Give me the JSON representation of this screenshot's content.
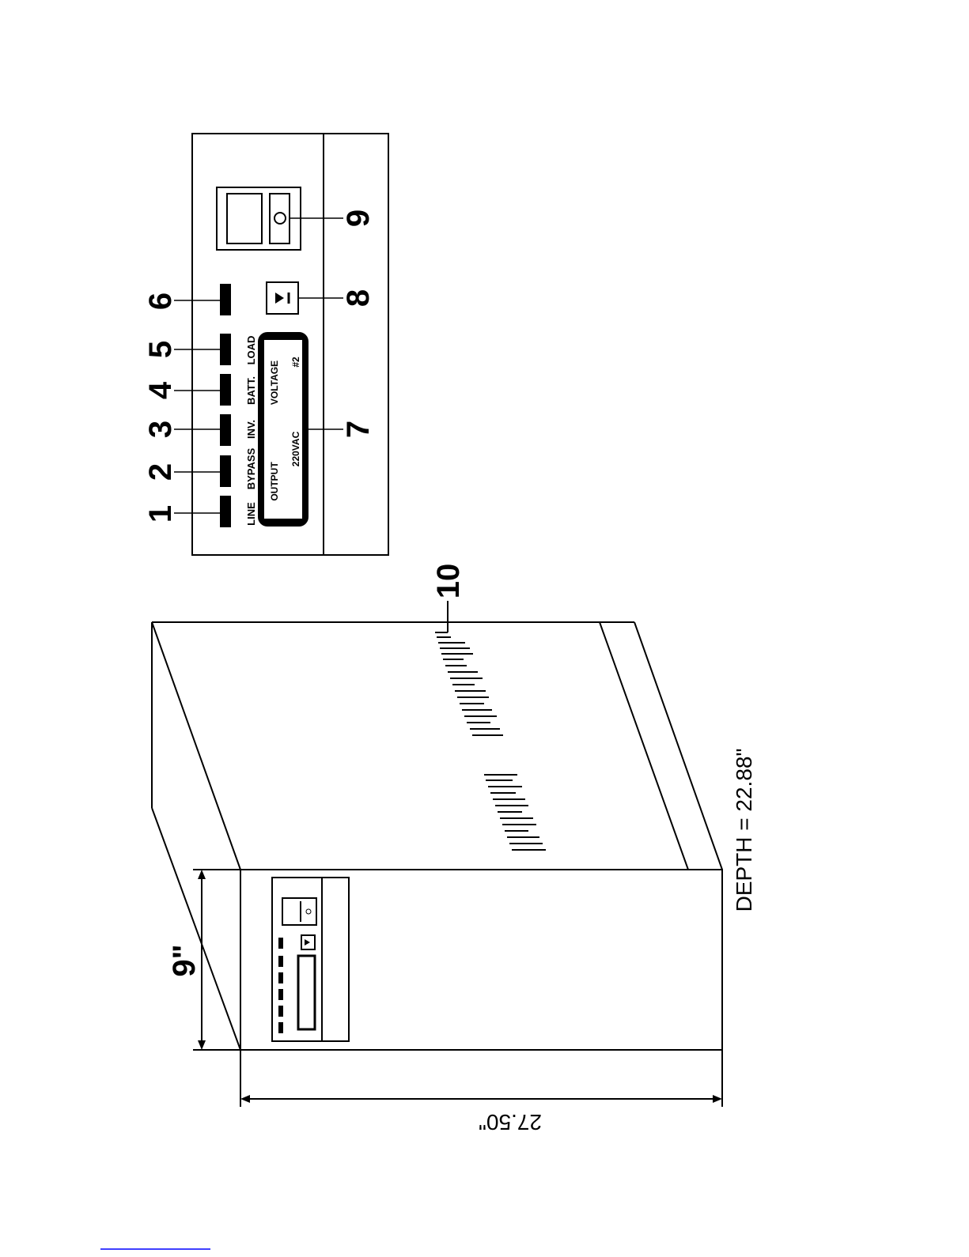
{
  "callouts": [
    "1",
    "2",
    "3",
    "4",
    "5",
    "6",
    "7",
    "8",
    "9",
    "10"
  ],
  "indicator_labels": [
    "LINE",
    "BYPASS",
    "INV.",
    "BATT.",
    "LOAD"
  ],
  "lcd": {
    "line1_left": "OUTPUT",
    "line1_right": "VOLTAGE",
    "line2_left": "220VAC",
    "line2_right": "#2"
  },
  "dimensions": {
    "width": "9\"",
    "height": "27.50\"",
    "depth": "DEPTH = 22.88\""
  },
  "colors": {
    "line": "#000000",
    "background": "#ffffff",
    "footer_rule": "#0000ff"
  }
}
